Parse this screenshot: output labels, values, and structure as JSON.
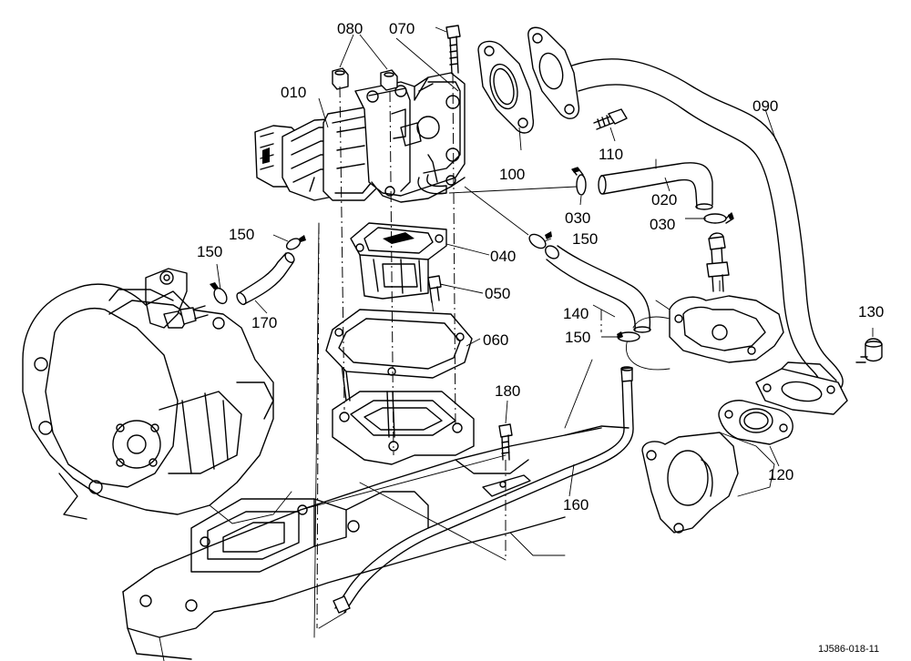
{
  "callouts": [
    {
      "id": "c010",
      "text": "010"
    },
    {
      "id": "c020",
      "text": "020"
    },
    {
      "id": "c030a",
      "text": "030"
    },
    {
      "id": "c030b",
      "text": "030"
    },
    {
      "id": "c040",
      "text": "040"
    },
    {
      "id": "c050",
      "text": "050"
    },
    {
      "id": "c060",
      "text": "060"
    },
    {
      "id": "c070",
      "text": "070"
    },
    {
      "id": "c080",
      "text": "080"
    },
    {
      "id": "c090",
      "text": "090"
    },
    {
      "id": "c100",
      "text": "100"
    },
    {
      "id": "c110",
      "text": "110"
    },
    {
      "id": "c120",
      "text": "120"
    },
    {
      "id": "c130",
      "text": "130"
    },
    {
      "id": "c140",
      "text": "140"
    },
    {
      "id": "c150a",
      "text": "150"
    },
    {
      "id": "c150b",
      "text": "150"
    },
    {
      "id": "c150c",
      "text": "150"
    },
    {
      "id": "c150d",
      "text": "150"
    },
    {
      "id": "c160",
      "text": "160"
    },
    {
      "id": "c170",
      "text": "170"
    },
    {
      "id": "c180",
      "text": "180"
    }
  ],
  "drawing_code": "1J586-018-11"
}
